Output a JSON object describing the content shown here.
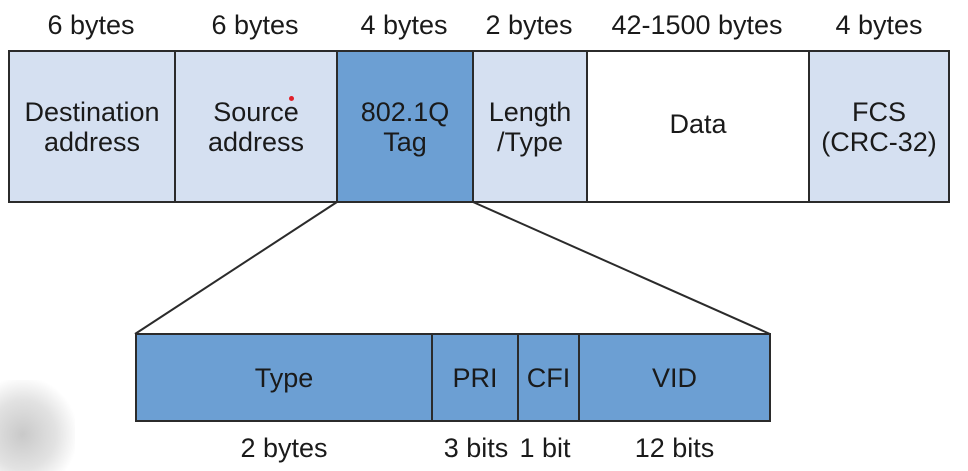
{
  "frame": {
    "sizes": [
      "6 bytes",
      "6 bytes",
      "4 bytes",
      "2 bytes",
      "42-1500 bytes",
      "4 bytes"
    ],
    "fields": [
      {
        "label": "Destination\naddress"
      },
      {
        "label": "Source\naddress"
      },
      {
        "label": "802.1Q\nTag"
      },
      {
        "label": "Length\n/Type"
      },
      {
        "label": "Data"
      },
      {
        "label": "FCS\n(CRC-32)"
      }
    ]
  },
  "tag": {
    "fields": [
      {
        "label": "Type"
      },
      {
        "label": "PRI"
      },
      {
        "label": "CFI"
      },
      {
        "label": "VID"
      }
    ],
    "sizes": [
      "2 bytes",
      "3 bits",
      "1 bit",
      "12 bits"
    ]
  },
  "colors": {
    "light_field": "#d5e0f1",
    "tag_field": "#6c9fd3",
    "border": "#2b2b2b"
  }
}
